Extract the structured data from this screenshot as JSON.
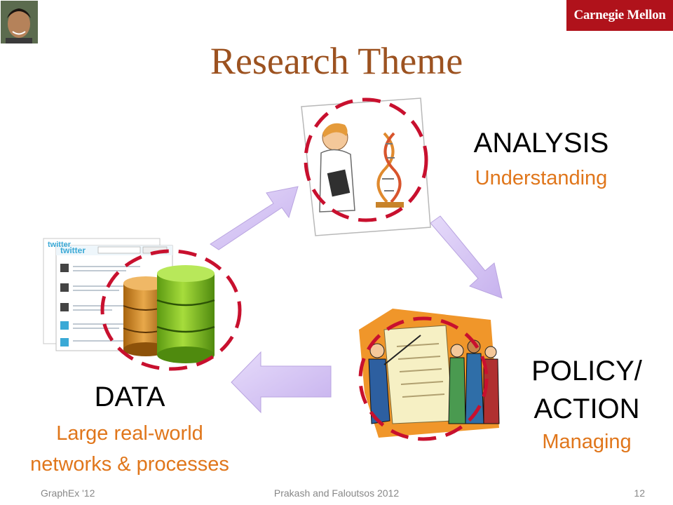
{
  "header": {
    "title": "Research Theme",
    "logo_text": "Carnegie Mellon"
  },
  "nodes": {
    "analysis": {
      "title": "ANALYSIS",
      "subtitle": "Understanding"
    },
    "data": {
      "title": "DATA",
      "subtitle_lines": [
        "Large real-world",
        "networks & processes"
      ]
    },
    "policy": {
      "title_lines": [
        "POLICY/",
        "ACTION"
      ],
      "subtitle": "Managing"
    }
  },
  "screenshot_brand": "twitter",
  "footer": {
    "left": "GraphEx '12",
    "center": "Prakash and Faloutsos 2012",
    "page_number": "12"
  },
  "colors": {
    "title": "#9c5220",
    "subtitle": "#e0761b",
    "arrow_fill": "#d5c2f2",
    "circle_dash": "#c8102e",
    "logo_bg": "#b0121b"
  }
}
